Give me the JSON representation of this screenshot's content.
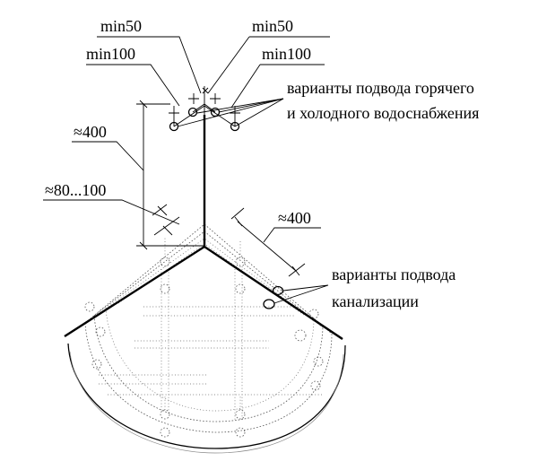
{
  "labels": {
    "min50_left": "min50",
    "min50_right": "min50",
    "min100_left": "min100",
    "min100_right": "min100",
    "water_line1": "варианты подвода горячего",
    "water_line2": "и холодного водоснабжения",
    "height_dim": "≈400",
    "floor_dim": "≈80...100",
    "side_dim": "≈400",
    "drain_line1": "варианты подвода",
    "drain_line2": "канализации"
  }
}
